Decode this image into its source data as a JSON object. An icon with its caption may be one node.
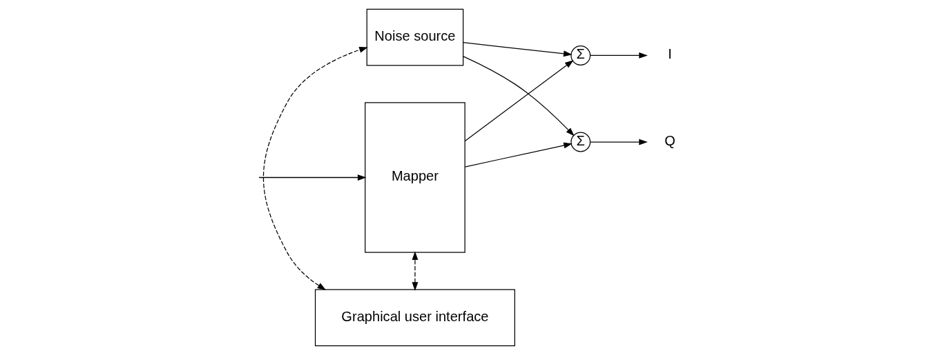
{
  "diagram": {
    "nodes": [
      {
        "text": [
          "Graphical user interface"
        ]
      },
      {
        "text": [
          "Mapper"
        ]
      },
      {
        "text": [
          "Noise source"
        ]
      },
      {
        "text": [
          "Σ"
        ]
      },
      {
        "text": [
          "Σ"
        ]
      },
      {
        "text": [
          "I"
        ]
      },
      {
        "text": [
          "Q"
        ]
      }
    ],
    "edges": [
      {
        "from": null,
        "to": 1,
        "arrow": "to"
      },
      {
        "from": 0,
        "to": 1,
        "arrow": "both",
        "style": "dashed"
      },
      {
        "from": 0,
        "to": 2,
        "arrow": "both",
        "style": "dashed"
      },
      {
        "from": 1,
        "to": 3,
        "arrow": "to"
      },
      {
        "from": 1,
        "to": 4,
        "arrow": "to"
      },
      {
        "from": 2,
        "to": 3,
        "arrow": "to"
      },
      {
        "from": 2,
        "to": 4,
        "arrow": "to"
      },
      {
        "from": 3,
        "to": 5,
        "arrow": "to"
      },
      {
        "from": 4,
        "to": 6,
        "arrow": "to"
      }
    ]
  }
}
